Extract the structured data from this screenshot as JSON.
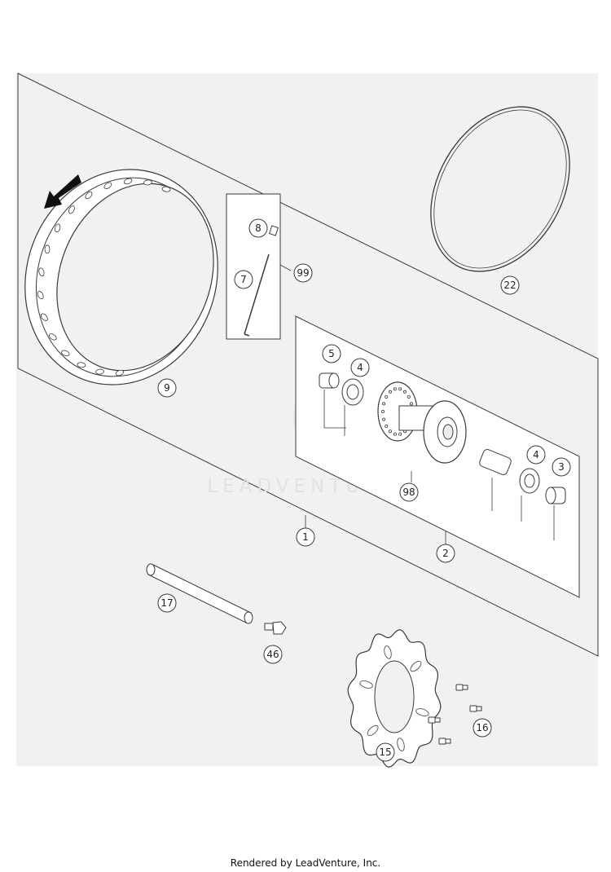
{
  "diagram": {
    "callouts": [
      {
        "id": "9",
        "label": "9"
      },
      {
        "id": "8",
        "label": "8"
      },
      {
        "id": "7",
        "label": "7"
      },
      {
        "id": "99",
        "label": "99"
      },
      {
        "id": "22",
        "label": "22"
      },
      {
        "id": "5",
        "label": "5"
      },
      {
        "id": "4a",
        "label": "4"
      },
      {
        "id": "4b",
        "label": "4"
      },
      {
        "id": "3",
        "label": "3"
      },
      {
        "id": "98",
        "label": "98"
      },
      {
        "id": "1",
        "label": "1"
      },
      {
        "id": "2",
        "label": "2"
      },
      {
        "id": "17",
        "label": "17"
      },
      {
        "id": "46",
        "label": "46"
      },
      {
        "id": "15",
        "label": "15"
      },
      {
        "id": "16",
        "label": "16"
      }
    ],
    "colors": {
      "line": "#3a3a3a",
      "background": "#f1f1f1",
      "part": "#ffffff",
      "arrow": "#111111"
    }
  },
  "watermark": {
    "text": "LEADVENTURE"
  },
  "footer": {
    "text": "Rendered by LeadVenture, Inc."
  }
}
